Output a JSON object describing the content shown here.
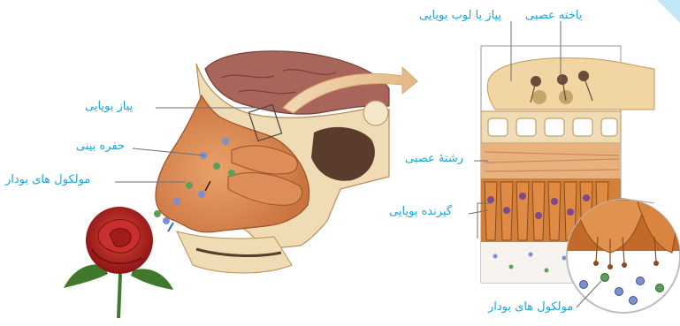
{
  "labels": {
    "olfactory_bulb": "پیاز بویایی",
    "nasal_cavity": "حفره بینی",
    "odor_molecules_left": "مولکول های بودار",
    "nerve_cell": "یاخته عصبی",
    "bulb_lobe": "پیاز یا لوب بویایی",
    "nerve_fiber": "رشتهٔ عصبی",
    "olfactory_receptor": "گیرنده بویایی",
    "odor_molecules_right": "مولکول های بودار"
  },
  "colors": {
    "label": "#1aa6d6",
    "leader": "#6f6f6f",
    "skin": "#d98a5a",
    "brain": "#a8655b",
    "bone": "#efdcb4",
    "tissue": "#e7b27e",
    "receptor": "#c8742f",
    "rose": "#b0201f",
    "leaf": "#3f7a2c"
  },
  "icons": [
    "rose-flower",
    "head-cross-section",
    "olfactory-epithelium-detail",
    "zoom-circle",
    "arrow"
  ]
}
